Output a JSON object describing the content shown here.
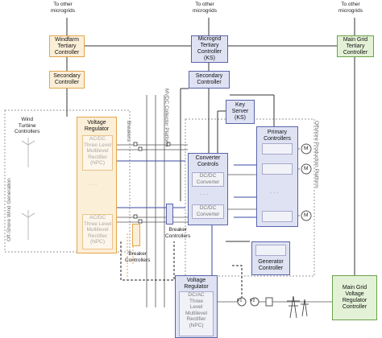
{
  "labels": {
    "to_other_microgrids": "To other\nmicrogrids",
    "windfarm_tertiary": "Windfarm\nTertiary\nController",
    "microgrid_tertiary": "Microgrid\nTertiary\nController\n(KS)",
    "main_grid_tertiary": "Main Grid\nTertiary\nController",
    "secondary_left": "Secondary\nController",
    "secondary_mid": "Secondary\nController",
    "key_server": "Key\nServer\n(KS)",
    "wind_turbine_controllers": "Wind\nTurbine\nControllers",
    "voltage_regulator_left": "Voltage\nRegulator",
    "rectifier_top": "AC/DC\nThree Level\nMultilevel\nRectifier\n(NPC)",
    "rectifier_bottom": "AC/DC\nThree Level\nMultilevel\nRectifier\n(NPC)",
    "converter_controls": "Converter\nControls",
    "dcdc_1": "DC/DC\nConverter",
    "dcdc_2": "DC/DC\nConverter",
    "primary_controllers": "Primary\nControllers",
    "generator_controller": "Generator\nController",
    "voltage_regulator_bottom": "Voltage\nRegulator",
    "inverter_bottom": "DC/AC\nThree\nLevel\nMultilevel\nRectifier\n(NPC)",
    "main_grid_voltage": "Main Grid\nVoltage\nRegulator\nController",
    "breaker_controllers_mid": "Breaker\nControllers",
    "breaker_controllers_left": "Breaker\nControllers",
    "breakers": "Breakers",
    "offshore_wind": "Off-Shore Wind Generation",
    "mvdc_platform": "MVDC Collector Platform",
    "offshore_production": "Offshore Production Platform",
    "motor": "M",
    "filter_1": "F1",
    "filter_2": "F2",
    "dots": "· · ·"
  }
}
